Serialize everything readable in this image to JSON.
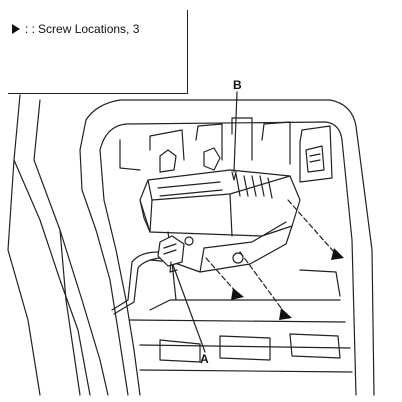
{
  "legend": {
    "icon": "triangle-right-icon",
    "separator": ": :",
    "label": "Screw Locations, 3"
  },
  "callouts": {
    "a": "A",
    "b": "B"
  },
  "colors": {
    "line": "#222222",
    "background": "#ffffff"
  }
}
